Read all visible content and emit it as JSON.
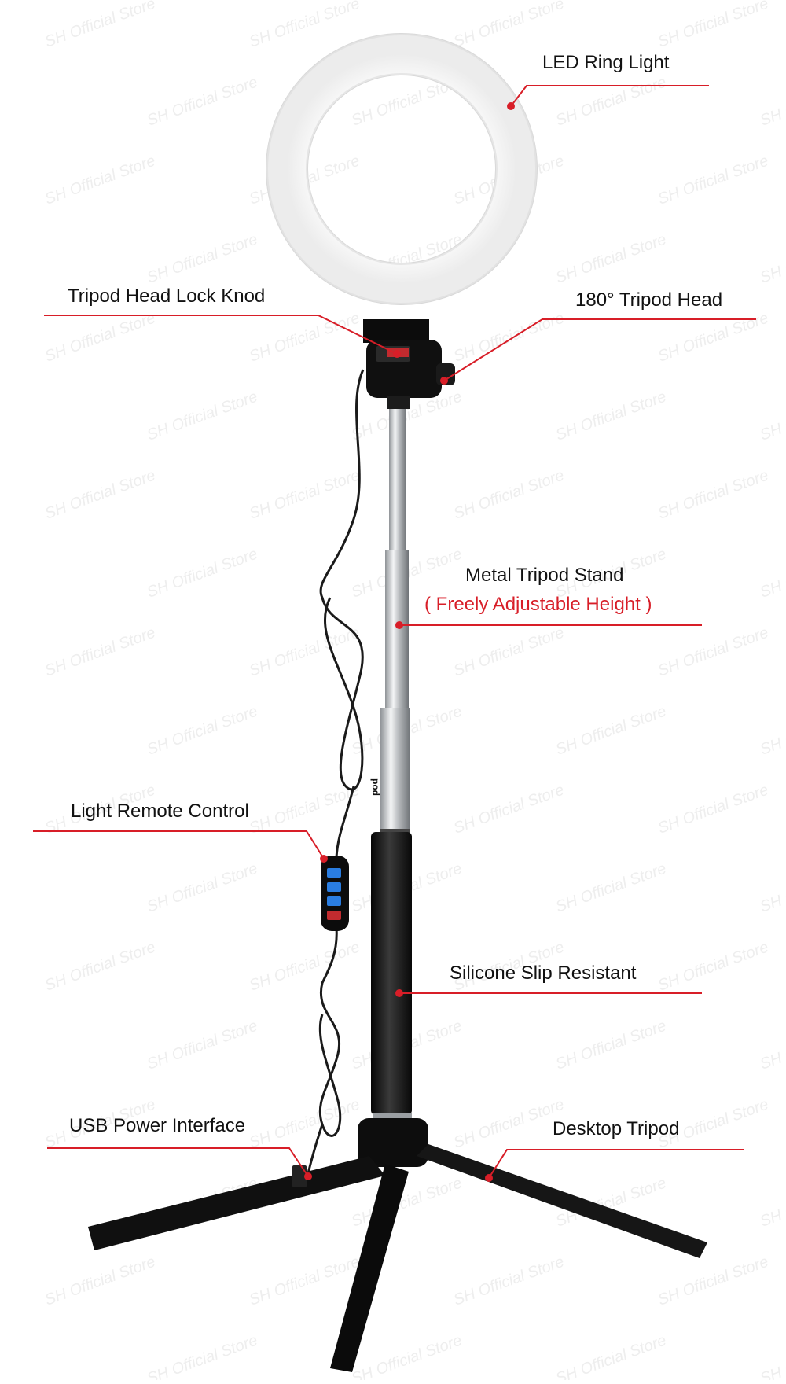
{
  "product": {
    "watermark_text": "SH Official Store",
    "brand_imprint": "pod"
  },
  "callouts": [
    {
      "id": "led-ring-light",
      "label": "LED Ring Light"
    },
    {
      "id": "tripod-head-lock-knob",
      "label": "Tripod Head Lock Knod"
    },
    {
      "id": "tripod-head-180",
      "label": "180°  Tripod Head"
    },
    {
      "id": "metal-tripod-stand",
      "label": "Metal Tripod Stand",
      "sublabel": "( Freely Adjustable Height )"
    },
    {
      "id": "light-remote-control",
      "label": "Light Remote Control"
    },
    {
      "id": "silicone-slip-resistant",
      "label": "Silicone Slip Resistant"
    },
    {
      "id": "usb-power-interface",
      "label": "USB Power Interface"
    },
    {
      "id": "desktop-tripod",
      "label": "Desktop Tripod"
    }
  ],
  "colors": {
    "callout": "#d81e28",
    "text": "#111111",
    "ring_light": "#fbfbfb",
    "stand_dark": "#111111",
    "metal": "#c7c9cc",
    "remote_button": "#2a7de1"
  }
}
